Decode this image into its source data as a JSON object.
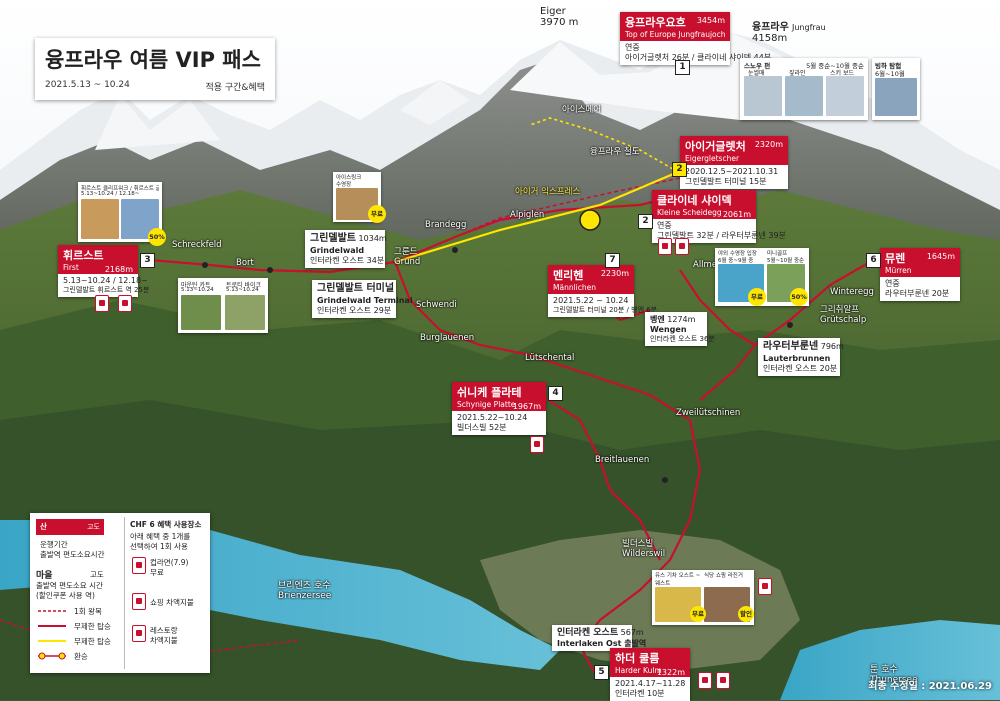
{
  "title": {
    "main": "융프라우 여름 VIP 패스",
    "dates": "2021.5.13 ~ 10.24",
    "subtitle": "적용 구간&혜택"
  },
  "peaks": {
    "eiger": {
      "name": "Eiger",
      "height": "3970 m"
    },
    "jungfrau": {
      "name_kr": "융프라우",
      "name_en": "Jungfrau",
      "height": "4158m"
    }
  },
  "stations": {
    "jungfraujoch": {
      "num": "1",
      "kr": "융프라우요흐",
      "alt": "3454m",
      "en": "Top of Europe Jungfraujoch",
      "line1": "연중",
      "line2": "아이거글렛처 26분 / 클라이네 샤이덱 44분"
    },
    "eigergletscher": {
      "num": "2",
      "kr": "아이거글렛처",
      "alt": "2320m",
      "en": "Eigergletscher",
      "line1": "2020.12.5~2021.10.31",
      "line2": "그린델발트 터미널 15분"
    },
    "kleine_scheidegg": {
      "kr": "클라이네 샤이덱",
      "alt": "2061m",
      "en": "Kleine Scheidegg",
      "line1": "연중",
      "line2": "그린델발트 32분 / 라우터부룬넨 39분"
    },
    "first": {
      "num": "3",
      "kr": "휘르스트",
      "alt": "2168m",
      "en": "First",
      "line1": "5.13~10.24 / 12.18~",
      "line2": "그린델발트 휘르스트 역 25분"
    },
    "grindelwald": {
      "kr": "그린델발트",
      "alt": "1034m",
      "en": "Grindelwald",
      "line1": "인터라켄 오스트 34분"
    },
    "grindelwald_terminal": {
      "kr": "그린델발트 터미널",
      "en": "Grindelwald Terminal",
      "line1": "인터라켄 오스트 29분"
    },
    "maennlichen": {
      "num": "7",
      "kr": "멘리헨",
      "alt": "2230m",
      "en": "Männlichen",
      "line1": "2021.5.22 ~ 10.24",
      "line2": "그린델발트 터미널 20분 / 벵엔 6분"
    },
    "wengen": {
      "kr": "벵엔",
      "alt": "1274m",
      "en": "Wengen",
      "line1": "인터라켄 오스트 36분"
    },
    "muerren": {
      "num": "6",
      "kr": "뮤렌",
      "alt": "1645m",
      "en": "Mürren",
      "line1": "연중",
      "line2": "라우터부룬넨 20분"
    },
    "lauterbrunnen": {
      "kr": "라우터부룬넨",
      "alt": "796m",
      "en": "Lauterbrunnen",
      "line1": "인터라켄 오스트 20분"
    },
    "schynige": {
      "num": "4",
      "kr": "쉬니케 플라테",
      "alt": "1967m",
      "en": "Schynige Platte",
      "line1": "2021.5.22~10.24",
      "line2": "빌더스빌 52분"
    },
    "interlaken_ost": {
      "kr": "인터라켄 오스트",
      "alt": "567m",
      "en": "Interlaken Ost 출발역"
    },
    "harder": {
      "num": "5",
      "kr": "하더 쿨름",
      "alt": "1322m",
      "en": "Harder Kulm",
      "line1": "2021.4.17~11.28",
      "line2": "인터라켄 10분"
    }
  },
  "places": {
    "eismeer": "아이스메어",
    "jungfrau_rail": "융프라우 철도",
    "eiger_express": "아이거 익스프레스",
    "brandegg": "Brandegg",
    "alpiglen": "Alpiglen",
    "grund_kr": "그룬드",
    "grund_en": "Grund",
    "schreckfeld": "Schreckfeld",
    "bort": "Bort",
    "schwendi": "Schwendi",
    "burglauenen": "Burglauenen",
    "luetschental": "Lütschental",
    "allmend": "Allmend",
    "winteregg": "Winteregg",
    "gruetschalp_kr": "그리취알프",
    "gruetschalp_en": "Grütschalp",
    "zweiluetschinen": "Zweilütschinen",
    "breitlauenen": "Breitlauenen",
    "wilderswil_kr": "빌더스빌",
    "wilderswil_en": "Wilderswil",
    "brienz_kr": "브리엔츠 호수",
    "brienz_en": "Brienzersee",
    "thun_kr": "툰 호수",
    "thun_en": "Thunersee"
  },
  "photos": {
    "jungfraujoch_snow": {
      "title": "스노우 펀",
      "sub": "5월 중순~10월 중순"
    },
    "jungfraujoch_items": [
      "눈썰매",
      "짚라인",
      "스키 보드"
    ],
    "jungfraujoch_ski": {
      "title": "빙하 탐험",
      "sub": "6월~10월"
    },
    "first_a": {
      "title": "휘르스트 클리프워크 / 휘르스트 글라이더",
      "sub": "5.13~10.24 / 12.18~"
    },
    "first_b": [
      "마운틴 카트",
      "트로티 바이크"
    ],
    "first_b_sub": [
      "5.13~10.24",
      "5.13~10.24"
    ],
    "grindelwald_pool": {
      "title": "아이스링크",
      "sub": "수영장"
    },
    "muerren": [
      "야외 수영장 입장",
      "미니골프"
    ],
    "muerren_sub": [
      "6월 중~9월 중",
      "5월~10월 중순"
    ],
    "interlaken": [
      "유스 기차 오스트 ~ 웨스트",
      "식당 쇼핑 라진거"
    ],
    "badges": [
      "무료",
      "50%",
      "무료",
      "50%",
      "무료",
      "할인"
    ]
  },
  "legend": {
    "mountain": "산",
    "mountain_code": "고도",
    "mountain_note1": "운행기간",
    "mountain_note2": "출발역   편도소요시간",
    "village": "마을",
    "village_code": "고도",
    "village_note1": "출발역   편도소요 시간",
    "village_note2": "(할인쿠폰 사용 역)",
    "lines": [
      "1회 왕복",
      "무제한 탑승",
      "무제한 탑승",
      "환승"
    ],
    "chf_title": "CHF 6 혜택 사용장소",
    "chf_desc1": "아래 혜택 중 1개를",
    "chf_desc2": "선택하여 1회 사용",
    "chf_items": [
      [
        "컵라면(7.9)",
        "무료"
      ],
      [
        "쇼핑 차액지불",
        ""
      ],
      [
        "레스토랑",
        "차액지불"
      ]
    ]
  },
  "footer": "최종 수정일 : 2021.06.29",
  "colors": {
    "route": "#c8102e",
    "yellow_route": "#ffe600",
    "header": "#c8102e"
  }
}
